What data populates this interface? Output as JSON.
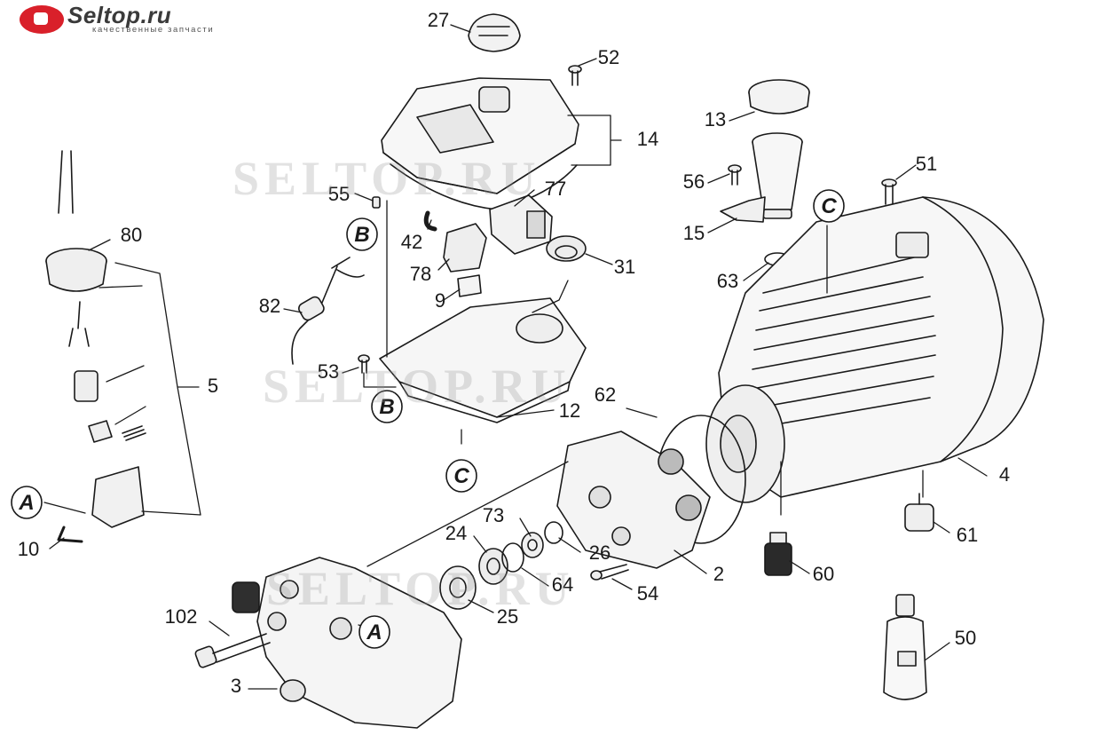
{
  "logo": {
    "brand": "Seltop.ru",
    "tagline": "качественные запчасти"
  },
  "watermark": "SELTOP.RU",
  "callouts": [
    {
      "id": "27",
      "label": "27"
    },
    {
      "id": "52",
      "label": "52"
    },
    {
      "id": "14",
      "label": "14"
    },
    {
      "id": "13",
      "label": "13"
    },
    {
      "id": "51",
      "label": "51"
    },
    {
      "id": "56",
      "label": "56"
    },
    {
      "id": "15",
      "label": "15"
    },
    {
      "id": "63",
      "label": "63"
    },
    {
      "id": "55",
      "label": "55"
    },
    {
      "id": "77",
      "label": "77"
    },
    {
      "id": "42",
      "label": "42"
    },
    {
      "id": "78",
      "label": "78"
    },
    {
      "id": "31",
      "label": "31"
    },
    {
      "id": "9",
      "label": "9"
    },
    {
      "id": "80",
      "label": "80"
    },
    {
      "id": "82",
      "label": "82"
    },
    {
      "id": "53",
      "label": "53"
    },
    {
      "id": "12",
      "label": "12"
    },
    {
      "id": "5",
      "label": "5"
    },
    {
      "id": "62",
      "label": "62"
    },
    {
      "id": "4",
      "label": "4"
    },
    {
      "id": "61",
      "label": "61"
    },
    {
      "id": "60",
      "label": "60"
    },
    {
      "id": "2",
      "label": "2"
    },
    {
      "id": "73",
      "label": "73"
    },
    {
      "id": "24",
      "label": "24"
    },
    {
      "id": "26",
      "label": "26"
    },
    {
      "id": "64",
      "label": "64"
    },
    {
      "id": "54",
      "label": "54"
    },
    {
      "id": "25",
      "label": "25"
    },
    {
      "id": "10",
      "label": "10"
    },
    {
      "id": "102",
      "label": "102"
    },
    {
      "id": "3",
      "label": "3"
    },
    {
      "id": "50",
      "label": "50"
    }
  ],
  "connectors": [
    {
      "id": "A1",
      "label": "A"
    },
    {
      "id": "A2",
      "label": "A"
    },
    {
      "id": "B1",
      "label": "B"
    },
    {
      "id": "B2",
      "label": "B"
    },
    {
      "id": "C1",
      "label": "C"
    },
    {
      "id": "C2",
      "label": "C"
    }
  ],
  "colors": {
    "ink": "#1a1a1a",
    "logo_red": "#d9202a",
    "watermark": "#9a9a9a"
  }
}
